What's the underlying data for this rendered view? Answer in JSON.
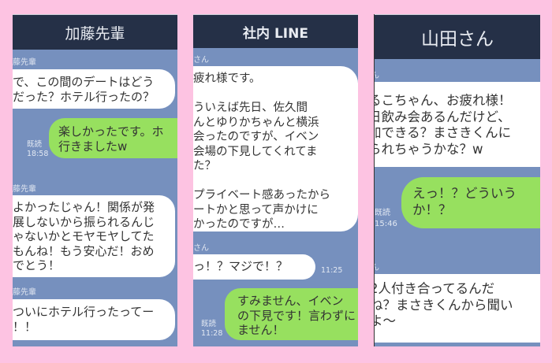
{
  "colors": {
    "background": "#fdc3e2",
    "chat_bg": "#7690be",
    "header_bg": "#253047",
    "incoming_bubble": "#ffffff",
    "outgoing_bubble": "#97e05f"
  },
  "panels": [
    {
      "title": "加藤先輩",
      "messages": [
        {
          "sender": "藤先輩",
          "lines": [
            "で、この間のデートはどう",
            "だった？ホテル行ったの？"
          ]
        },
        {
          "outgoing": true,
          "lines": [
            "楽しかったです。ホ",
            "行きましたw"
          ],
          "read": "既読",
          "time": "18:58"
        },
        {
          "sender": "藤先輩",
          "lines": [
            "よかったじゃん！関係が発",
            "展しないから振られるんじ",
            "ゃないかとモヤモヤしてた",
            "もんね！もう安心だ！おめ",
            "でとう！"
          ]
        },
        {
          "sender": "藤先輩",
          "lines": [
            "ついにホテル行ったってー",
            "！！"
          ]
        }
      ]
    },
    {
      "title": "社内 LINE",
      "messages": [
        {
          "sender": "さん",
          "lines": [
            "疲れ様です。",
            "",
            "ういえば先日、佐久間",
            "んとゆりかちゃんと横浜",
            "会ったのですが、イベン",
            "会場の下見してくれてま",
            "た？",
            "",
            "プライベート感あったから",
            "ートかと思って声かけに",
            "かったのですが…"
          ]
        },
        {
          "sender": "さん",
          "lines": [
            "っ！？マジで！？"
          ],
          "time": "11:25"
        },
        {
          "outgoing": true,
          "lines": [
            "すみません、イベン",
            "の下見です！言わずに",
            "ません！"
          ],
          "read": "既読",
          "time": "11:28"
        }
      ]
    },
    {
      "title": "山田さん",
      "messages": [
        {
          "sender": "ん",
          "lines": [
            "るこちゃん、お疲れ様！",
            "日飲み会あるんだけど、",
            "加できる？まさきくんに",
            "られちゃうかな？w"
          ]
        },
        {
          "outgoing": true,
          "lines": [
            "えっ！？どういう",
            "か！？"
          ],
          "read": "既読",
          "time": "15:46"
        },
        {
          "sender": "ん",
          "lines": [
            "2人付き合ってるんだ",
            "ね？まさきくんから聞い",
            "よ〜"
          ]
        }
      ]
    }
  ]
}
